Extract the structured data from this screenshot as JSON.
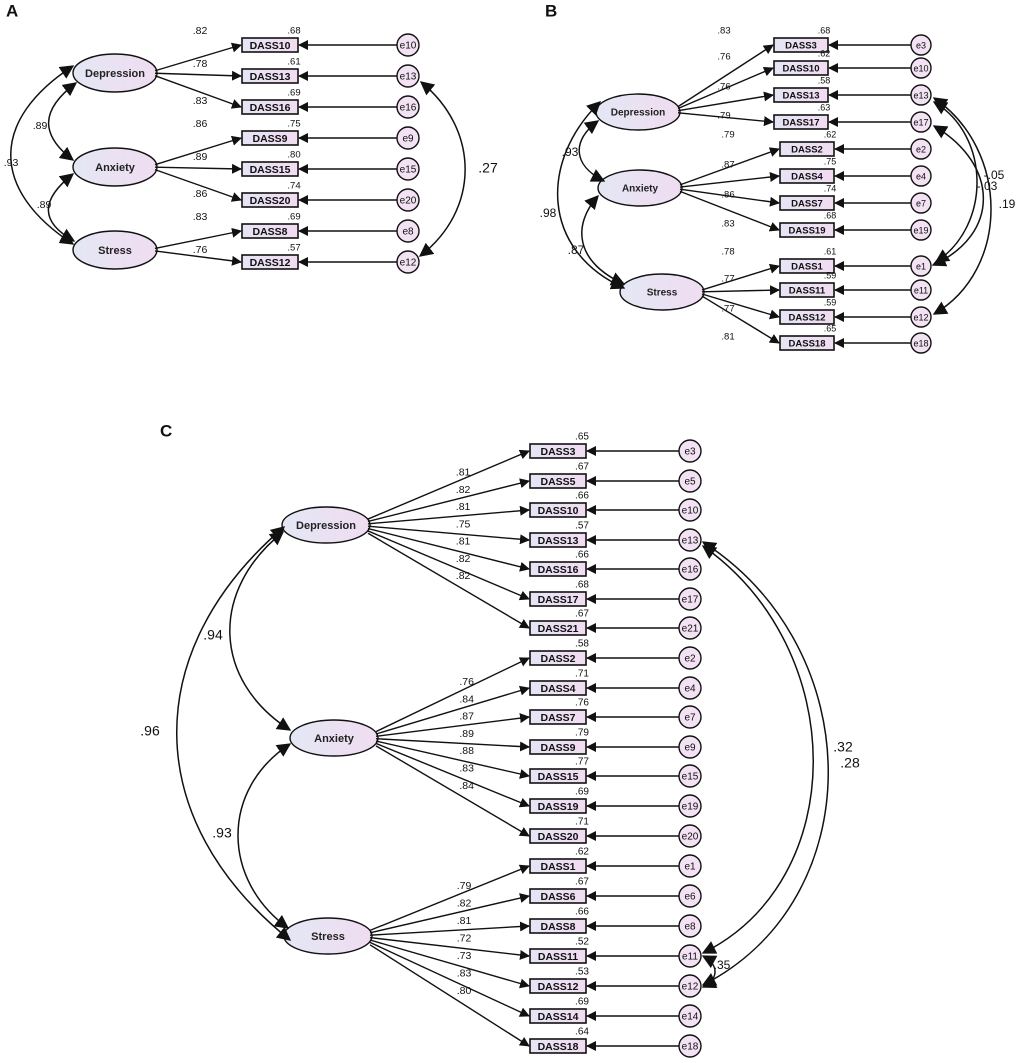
{
  "colors": {
    "stroke": "#111111",
    "latent_fill_left": "#e4e7f4",
    "latent_fill_right": "#f0dcf1",
    "item_fill": "#eedcf0",
    "error_fill": "#f2e2f3"
  },
  "panels": [
    {
      "label": "A",
      "factors": [
        {
          "name": "Depression",
          "items": [
            {
              "name": "DASS10",
              "loading": ".82",
              "r2": ".68",
              "error": "e10"
            },
            {
              "name": "DASS13",
              "loading": ".78",
              "r2": ".61",
              "error": "e13"
            },
            {
              "name": "DASS16",
              "loading": ".83",
              "r2": ".69",
              "error": "e16"
            }
          ]
        },
        {
          "name": "Anxiety",
          "items": [
            {
              "name": "DASS9",
              "loading": ".86",
              "r2": ".75",
              "error": "e9"
            },
            {
              "name": "DASS15",
              "loading": ".89",
              "r2": ".80",
              "error": "e15"
            },
            {
              "name": "DASS20",
              "loading": ".86",
              "r2": ".74",
              "error": "e20"
            }
          ]
        },
        {
          "name": "Stress",
          "items": [
            {
              "name": "DASS8",
              "loading": ".83",
              "r2": ".69",
              "error": "e8"
            },
            {
              "name": "DASS12",
              "loading": ".76",
              "r2": ".57",
              "error": "e12"
            }
          ]
        }
      ],
      "factor_correlations": {
        "dep_anx": ".89",
        "anx_str": ".89",
        "dep_str": ".93"
      },
      "error_covariances": [
        {
          "from": "e13",
          "to": "e12",
          "value": ".27"
        }
      ]
    },
    {
      "label": "B",
      "factors": [
        {
          "name": "Depression",
          "items": [
            {
              "name": "DASS3",
              "loading": ".83",
              "r2": ".68",
              "error": "e3"
            },
            {
              "name": "DASS10",
              "loading": ".76",
              "r2": ".62",
              "error": "e10"
            },
            {
              "name": "DASS13",
              "loading": ".76",
              "r2": ".58",
              "error": "e13"
            },
            {
              "name": "DASS17",
              "loading": ".79",
              "r2": ".63",
              "error": "e17"
            }
          ]
        },
        {
          "name": "Anxiety",
          "items": [
            {
              "name": "DASS2",
              "loading": ".79",
              "r2": ".62",
              "error": "e2"
            },
            {
              "name": "DASS4",
              "loading": ".87",
              "r2": ".75",
              "error": "e4"
            },
            {
              "name": "DASS7",
              "loading": ".86",
              "r2": ".74",
              "error": "e7"
            },
            {
              "name": "DASS19",
              "loading": ".83",
              "r2": ".68",
              "error": "e19"
            }
          ]
        },
        {
          "name": "Stress",
          "items": [
            {
              "name": "DASS1",
              "loading": ".78",
              "r2": ".61",
              "error": "e1"
            },
            {
              "name": "DASS11",
              "loading": ".77",
              "r2": ".59",
              "error": "e11"
            },
            {
              "name": "DASS12",
              "loading": ".77",
              "r2": ".59",
              "error": "e12"
            },
            {
              "name": "DASS18",
              "loading": ".81",
              "r2": ".65",
              "error": "e18"
            }
          ]
        }
      ],
      "factor_correlations": {
        "dep_anx": ".93",
        "anx_str": ".87",
        "dep_str": ".98"
      },
      "error_covariances": [
        {
          "from": "e17",
          "to": "e1",
          "value": "-.03"
        },
        {
          "from": "e13",
          "to": "e1",
          "value": "-.05"
        },
        {
          "from": "e13",
          "to": "e12",
          "value": ".19"
        }
      ]
    },
    {
      "label": "C",
      "factors": [
        {
          "name": "Depression",
          "items": [
            {
              "name": "DASS3",
              "loading": ".81",
              "r2": ".65",
              "error": "e3"
            },
            {
              "name": "DASS5",
              "loading": ".82",
              "r2": ".67",
              "error": "e5"
            },
            {
              "name": "DASS10",
              "loading": ".81",
              "r2": ".66",
              "error": "e10"
            },
            {
              "name": "DASS13",
              "loading": ".75",
              "r2": ".57",
              "error": "e13"
            },
            {
              "name": "DASS16",
              "loading": ".81",
              "r2": ".66",
              "error": "e16"
            },
            {
              "name": "DASS17",
              "loading": ".82",
              "r2": ".68",
              "error": "e17"
            },
            {
              "name": "DASS21",
              "loading": ".82",
              "r2": ".67",
              "error": "e21"
            }
          ]
        },
        {
          "name": "Anxiety",
          "items": [
            {
              "name": "DASS2",
              "loading": ".76",
              "r2": ".58",
              "error": "e2"
            },
            {
              "name": "DASS4",
              "loading": ".84",
              "r2": ".71",
              "error": "e4"
            },
            {
              "name": "DASS7",
              "loading": ".87",
              "r2": ".76",
              "error": "e7"
            },
            {
              "name": "DASS9",
              "loading": ".89",
              "r2": ".79",
              "error": "e9"
            },
            {
              "name": "DASS15",
              "loading": ".88",
              "r2": ".77",
              "error": "e15"
            },
            {
              "name": "DASS19",
              "loading": ".83",
              "r2": ".69",
              "error": "e19"
            },
            {
              "name": "DASS20",
              "loading": ".84",
              "r2": ".71",
              "error": "e20"
            }
          ]
        },
        {
          "name": "Stress",
          "items": [
            {
              "name": "DASS1",
              "loading": ".79",
              "r2": ".62",
              "error": "e1"
            },
            {
              "name": "DASS6",
              "loading": ".82",
              "r2": ".67",
              "error": "e6"
            },
            {
              "name": "DASS8",
              "loading": ".81",
              "r2": ".66",
              "error": "e8"
            },
            {
              "name": "DASS11",
              "loading": ".72",
              "r2": ".52",
              "error": "e11"
            },
            {
              "name": "DASS12",
              "loading": ".73",
              "r2": ".53",
              "error": "e12"
            },
            {
              "name": "DASS14",
              "loading": ".83",
              "r2": ".69",
              "error": "e14"
            },
            {
              "name": "DASS18",
              "loading": ".80",
              "r2": ".64",
              "error": "e18"
            }
          ]
        }
      ],
      "factor_correlations": {
        "dep_anx": ".94",
        "anx_str": ".93",
        "dep_str": ".96"
      },
      "error_covariances": [
        {
          "from": "e13",
          "to": "e11",
          "value": ".32"
        },
        {
          "from": "e13",
          "to": "e12",
          "value": ".28"
        },
        {
          "from": "e11",
          "to": "e12",
          "value": ".35"
        }
      ]
    }
  ]
}
